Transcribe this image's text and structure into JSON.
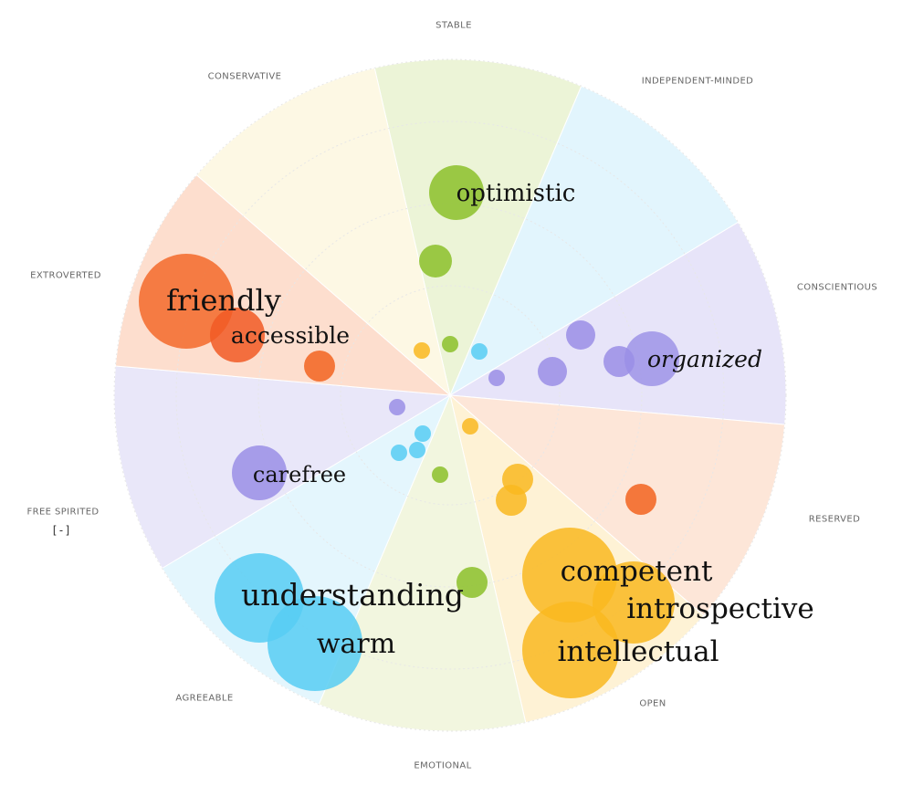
{
  "axes": {
    "stable": "STABLE",
    "conservative": "CONSERVATIVE",
    "independent_minded": "INDEPENDENT-MINDED",
    "extroverted": "EXTROVERTED",
    "conscientious": "CONSCIENTIOUS",
    "free_spirited": "FREE SPIRITED",
    "reserved": "RESERVED",
    "agreeable": "AGREEABLE",
    "open": "OPEN",
    "emotional": "EMOTIONAL"
  },
  "toggle": "[-]",
  "colors": {
    "green": "#8cbf2a",
    "blue": "#57cdf3",
    "purple": "#9a8ee6",
    "orange": "#f36a2a",
    "amber": "#f9b820"
  },
  "sectors": [
    {
      "name": "stable-sector",
      "color": "#c9df8c",
      "opacity": 0.35
    },
    {
      "name": "independent-sector",
      "color": "#bfe9fa",
      "opacity": 0.45
    },
    {
      "name": "conscientious-sector",
      "color": "#c9c3f1",
      "opacity": 0.45
    },
    {
      "name": "reserved-sector",
      "color": "#fbc8a8",
      "opacity": 0.45
    },
    {
      "name": "open-sector",
      "color": "#fde3a2",
      "opacity": 0.45
    },
    {
      "name": "emotional-sector",
      "color": "#e2ecb8",
      "opacity": 0.45
    },
    {
      "name": "agreeable-sector",
      "color": "#c4ecfa",
      "opacity": 0.45
    },
    {
      "name": "free-spirited-sector",
      "color": "#cfcaf2",
      "opacity": 0.45
    },
    {
      "name": "extroverted-sector",
      "color": "#fbc2a5",
      "opacity": 0.55
    },
    {
      "name": "conservative-sector",
      "color": "#fbefc4",
      "opacity": 0.45
    }
  ],
  "traits": {
    "optimistic": "optimistic",
    "friendly": "friendly",
    "accessible": "accessible",
    "organized": "organized",
    "carefree": "carefree",
    "understanding": "understanding",
    "warm": "warm",
    "competent": "competent",
    "introspective": "introspective",
    "intellectual": "intellectual"
  }
}
